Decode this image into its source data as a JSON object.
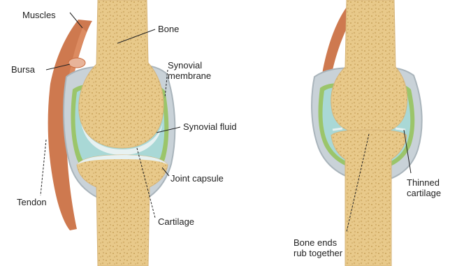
{
  "labels": {
    "muscles": "Muscles",
    "bursa": "Bursa",
    "tendon": "Tendon",
    "bone": "Bone",
    "synovial_membrane": "Synovial membrane",
    "synovial_fluid": "Synovial fluid",
    "joint_capsule": "Joint capsule",
    "cartilage": "Cartilage",
    "thinned_cartilage": "Thinned cartilage",
    "bone_ends_rub_together": "Bone ends rub together"
  },
  "colors": {
    "bone": "#e8c98a",
    "bone_speckle": "#c9a25a",
    "synovial_fluid": "#a9d8d6",
    "membrane": "#9bc56a",
    "capsule": "#c9d2d8",
    "muscle": "#c96a3c",
    "cartilage": "#e7f1f1"
  }
}
